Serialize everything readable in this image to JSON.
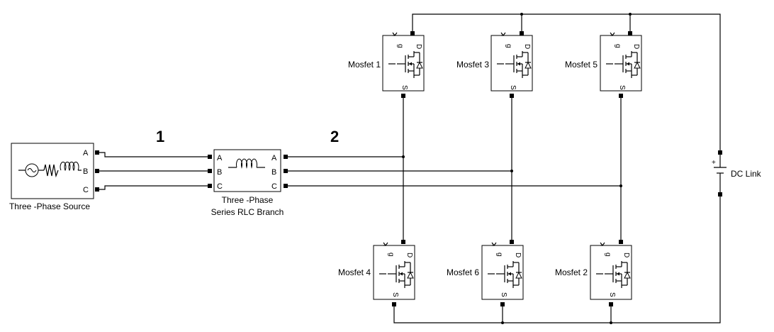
{
  "signals": {
    "label_1": "1",
    "label_2": "2"
  },
  "source": {
    "name": "Three -Phase Source",
    "ports": [
      "A",
      "B",
      "C"
    ]
  },
  "rlc": {
    "name_line1": "Three -Phase",
    "name_line2": "Series RLC Branch",
    "in_ports": [
      "A",
      "B",
      "C"
    ],
    "out_ports": [
      "A",
      "B",
      "C"
    ]
  },
  "dc_link": {
    "name": "DC Link"
  },
  "mosfet": {
    "gate": "g",
    "drain": "D",
    "source": "S"
  },
  "mosfets": {
    "m1": "Mosfet 1",
    "m3": "Mosfet 3",
    "m5": "Mosfet 5",
    "m4": "Mosfet 4",
    "m6": "Mosfet 6",
    "m2": "Mosfet 2"
  },
  "colors": {
    "line": "#000000",
    "background": "#ffffff",
    "block_fill": "#ffffff"
  }
}
